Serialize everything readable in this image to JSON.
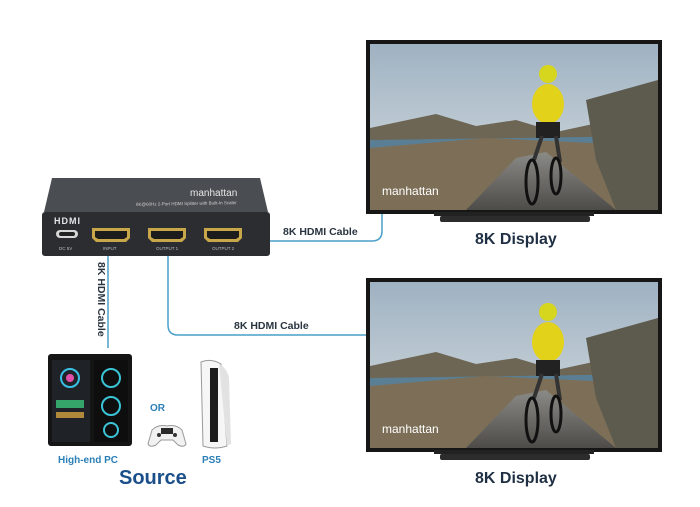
{
  "splitter": {
    "brand": "manhattan",
    "model_text": "8K@60Hz 2-Port HDMI Splitter with Built-In Scaler",
    "hdmi_logo": "HDMI",
    "ports": [
      "DC 5V",
      "INPUT",
      "OUTPUT 1",
      "OUTPUT 2"
    ]
  },
  "cables": {
    "to_display_1": "8K HDMI Cable",
    "to_display_2": "8K HDMI Cable",
    "input": "8K HDMI Cable"
  },
  "displays": [
    {
      "label": "8K Display",
      "screen_brand": "manhattan"
    },
    {
      "label": "8K Display",
      "screen_brand": "manhattan"
    }
  ],
  "sources": {
    "title": "Source",
    "pc_label": "High-end PC",
    "or_label": "OR",
    "ps5_label": "PS5"
  },
  "colors": {
    "cable": "#4a9fc9",
    "accent": "#1b4f8a",
    "label_blue": "#2b7fb7"
  }
}
